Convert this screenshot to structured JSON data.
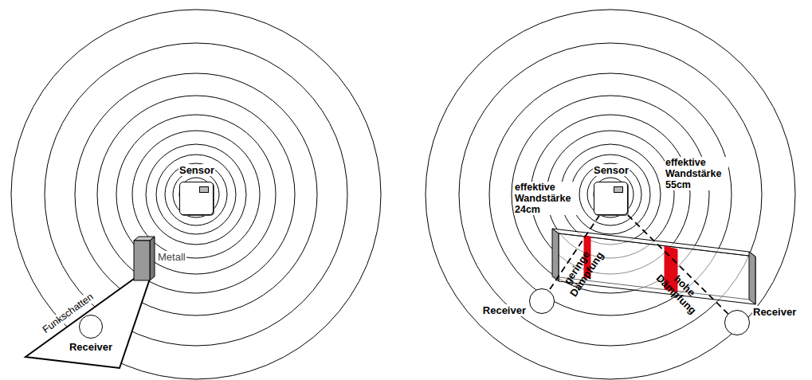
{
  "diagram": {
    "nodes": [
      {
        "text": [
          "Sensor"
        ]
      },
      {
        "text": [
          "Metall"
        ]
      },
      {
        "text": [
          "Funkschatten"
        ]
      },
      {
        "text": [
          "Receiver"
        ],
        "in": 2
      },
      {
        "text": [
          "Sensor"
        ]
      },
      {
        "text": [
          "Receiver"
        ]
      },
      {
        "text": [
          "Receiver"
        ]
      }
    ],
    "edges": [
      {
        "from": 4,
        "to": 5,
        "label": "geringe Dämpfung",
        "arrow": "none"
      },
      {
        "from": 4,
        "to": 6,
        "label": "hohe Dämpfung",
        "arrow": "none"
      }
    ],
    "labels": [
      "effektive Wandstärke 24cm",
      "effektive Wandstärke 55cm"
    ]
  }
}
